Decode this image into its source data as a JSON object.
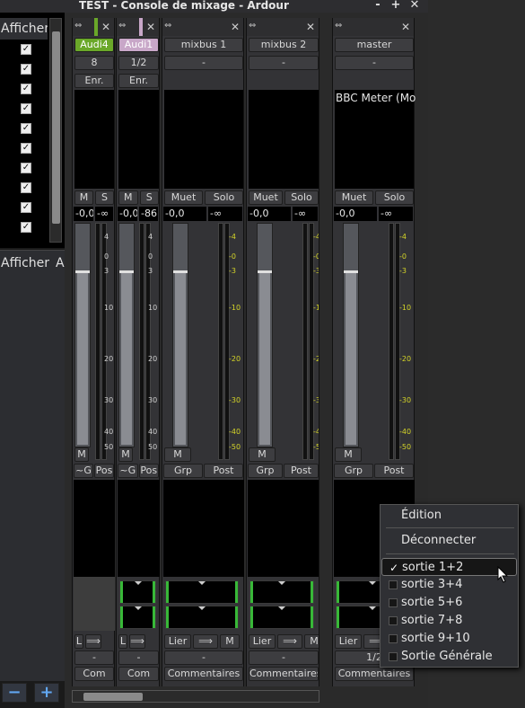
{
  "window": {
    "title": "TEST - Console de mixage - Ardour",
    "controls": [
      "-",
      "+",
      "✕"
    ]
  },
  "left": {
    "strips_header": "Afficher",
    "groups_header": "Afficher",
    "groups_header2": "A",
    "check_glyph": "✓",
    "add_label": "+",
    "remove_label": "−"
  },
  "strips": [
    {
      "name": "Audi4",
      "name_color": "#6aa829",
      "input": "8",
      "rec": "Enr.",
      "mute": "M",
      "solo": "S",
      "gain": "-0,0",
      "peak": "-∞",
      "bottom_m": "M",
      "grp": "~G",
      "post": "Pos",
      "lier": "L",
      "out": "-",
      "comments": "Com"
    },
    {
      "name": "Audi1",
      "name_color": "#c8a7c8",
      "input": "1/2",
      "rec": "Enr.",
      "mute": "M",
      "solo": "S",
      "gain": "-0,0",
      "peak": "-86",
      "bottom_m": "M",
      "grp": "~G",
      "post": "Pos",
      "lier": "L",
      "out": "-",
      "comments": "Com"
    },
    {
      "name": "mixbus 1",
      "input": "-",
      "mute": "Muet",
      "solo": "Solo",
      "gain": "-0,0",
      "peak": "-∞",
      "bottom_m": "M",
      "grp": "Grp",
      "post": "Post",
      "lier": "Lier",
      "m2": "M",
      "out": "-",
      "comments": "Commentaires"
    },
    {
      "name": "mixbus 2",
      "input": "-",
      "mute": "Muet",
      "solo": "Solo",
      "gain": "-0,0",
      "peak": "-∞",
      "bottom_m": "M",
      "grp": "Grp",
      "post": "Post",
      "lier": "Lier",
      "m2": "M",
      "out": "-",
      "comments": "Commentaires"
    },
    {
      "name": "master",
      "input": "-",
      "plugin": "BBC Meter (Mo",
      "mute": "Muet",
      "solo": "Solo",
      "gain": "-0,0",
      "peak": "-∞",
      "bottom_m": "M",
      "grp": "Grp",
      "post": "Post",
      "lier": "Lier",
      "out": "1/2",
      "comments": "Commentaires"
    }
  ],
  "scale_ticks": [
    "4",
    "0",
    "3",
    "10",
    "20",
    "30",
    "40",
    "50"
  ],
  "scale_ticks_signed": [
    "-4",
    "-0",
    "-3",
    "-10",
    "-20",
    "-30",
    "-40",
    "-50"
  ],
  "context_menu": {
    "items": [
      {
        "label": "Édition",
        "type": "action"
      },
      {
        "label": "Déconnecter",
        "type": "action"
      },
      {
        "label": "sortie 1+2",
        "type": "check",
        "checked": true
      },
      {
        "label": "sortie 3+4",
        "type": "check",
        "checked": false
      },
      {
        "label": "sortie 5+6",
        "type": "check",
        "checked": false
      },
      {
        "label": "sortie 7+8",
        "type": "check",
        "checked": false
      },
      {
        "label": "sortie 9+10",
        "type": "check",
        "checked": false
      },
      {
        "label": "Sortie Générale",
        "type": "check",
        "checked": false
      }
    ],
    "check_glyph": "✓"
  },
  "colors": {
    "record_green": "#6aa829",
    "pan_green": "#38b838",
    "meter_yellow": "#d4d428",
    "plus_blue": "#62a8f4"
  }
}
